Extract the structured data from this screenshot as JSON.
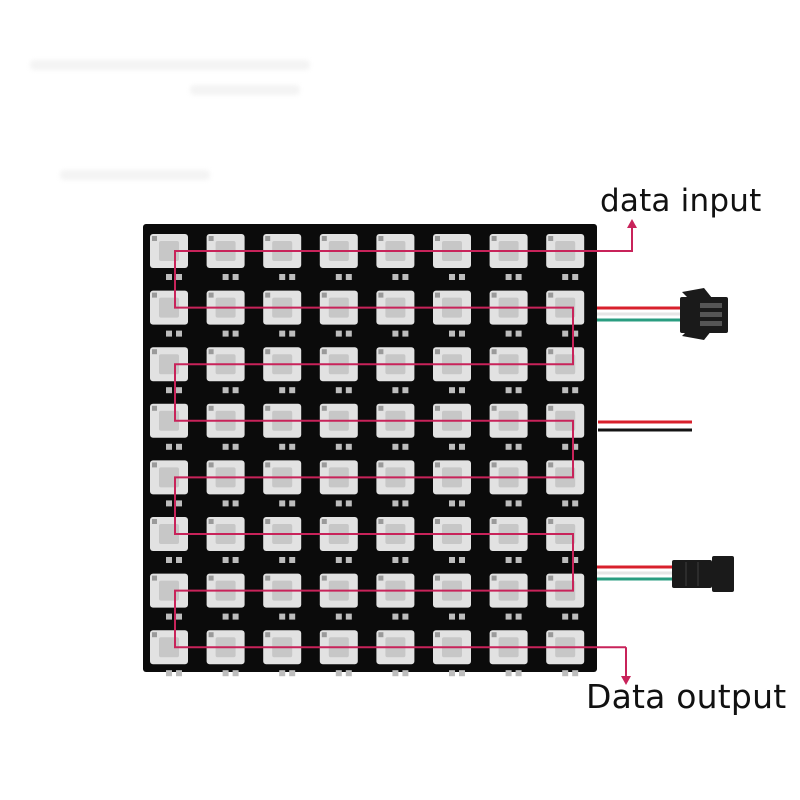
{
  "annotations": {
    "input_label": "data input",
    "output_label": "Data output"
  },
  "panel": {
    "rows": 8,
    "cols": 8,
    "routing": "serpentine"
  },
  "colors": {
    "pcb": "#0b0b0b",
    "led_body": "#e2e2e2",
    "led_die": "#c7c7c7",
    "signal_line": "#c8235a",
    "wire_red": "#d8202c",
    "wire_white": "#e6e6e6",
    "wire_green": "#2a9d80",
    "wire_black": "#141414",
    "connector": "#1a1a1a"
  },
  "icons": {
    "input_arrow": "arrow-up-icon",
    "output_arrow": "arrow-down-icon"
  }
}
